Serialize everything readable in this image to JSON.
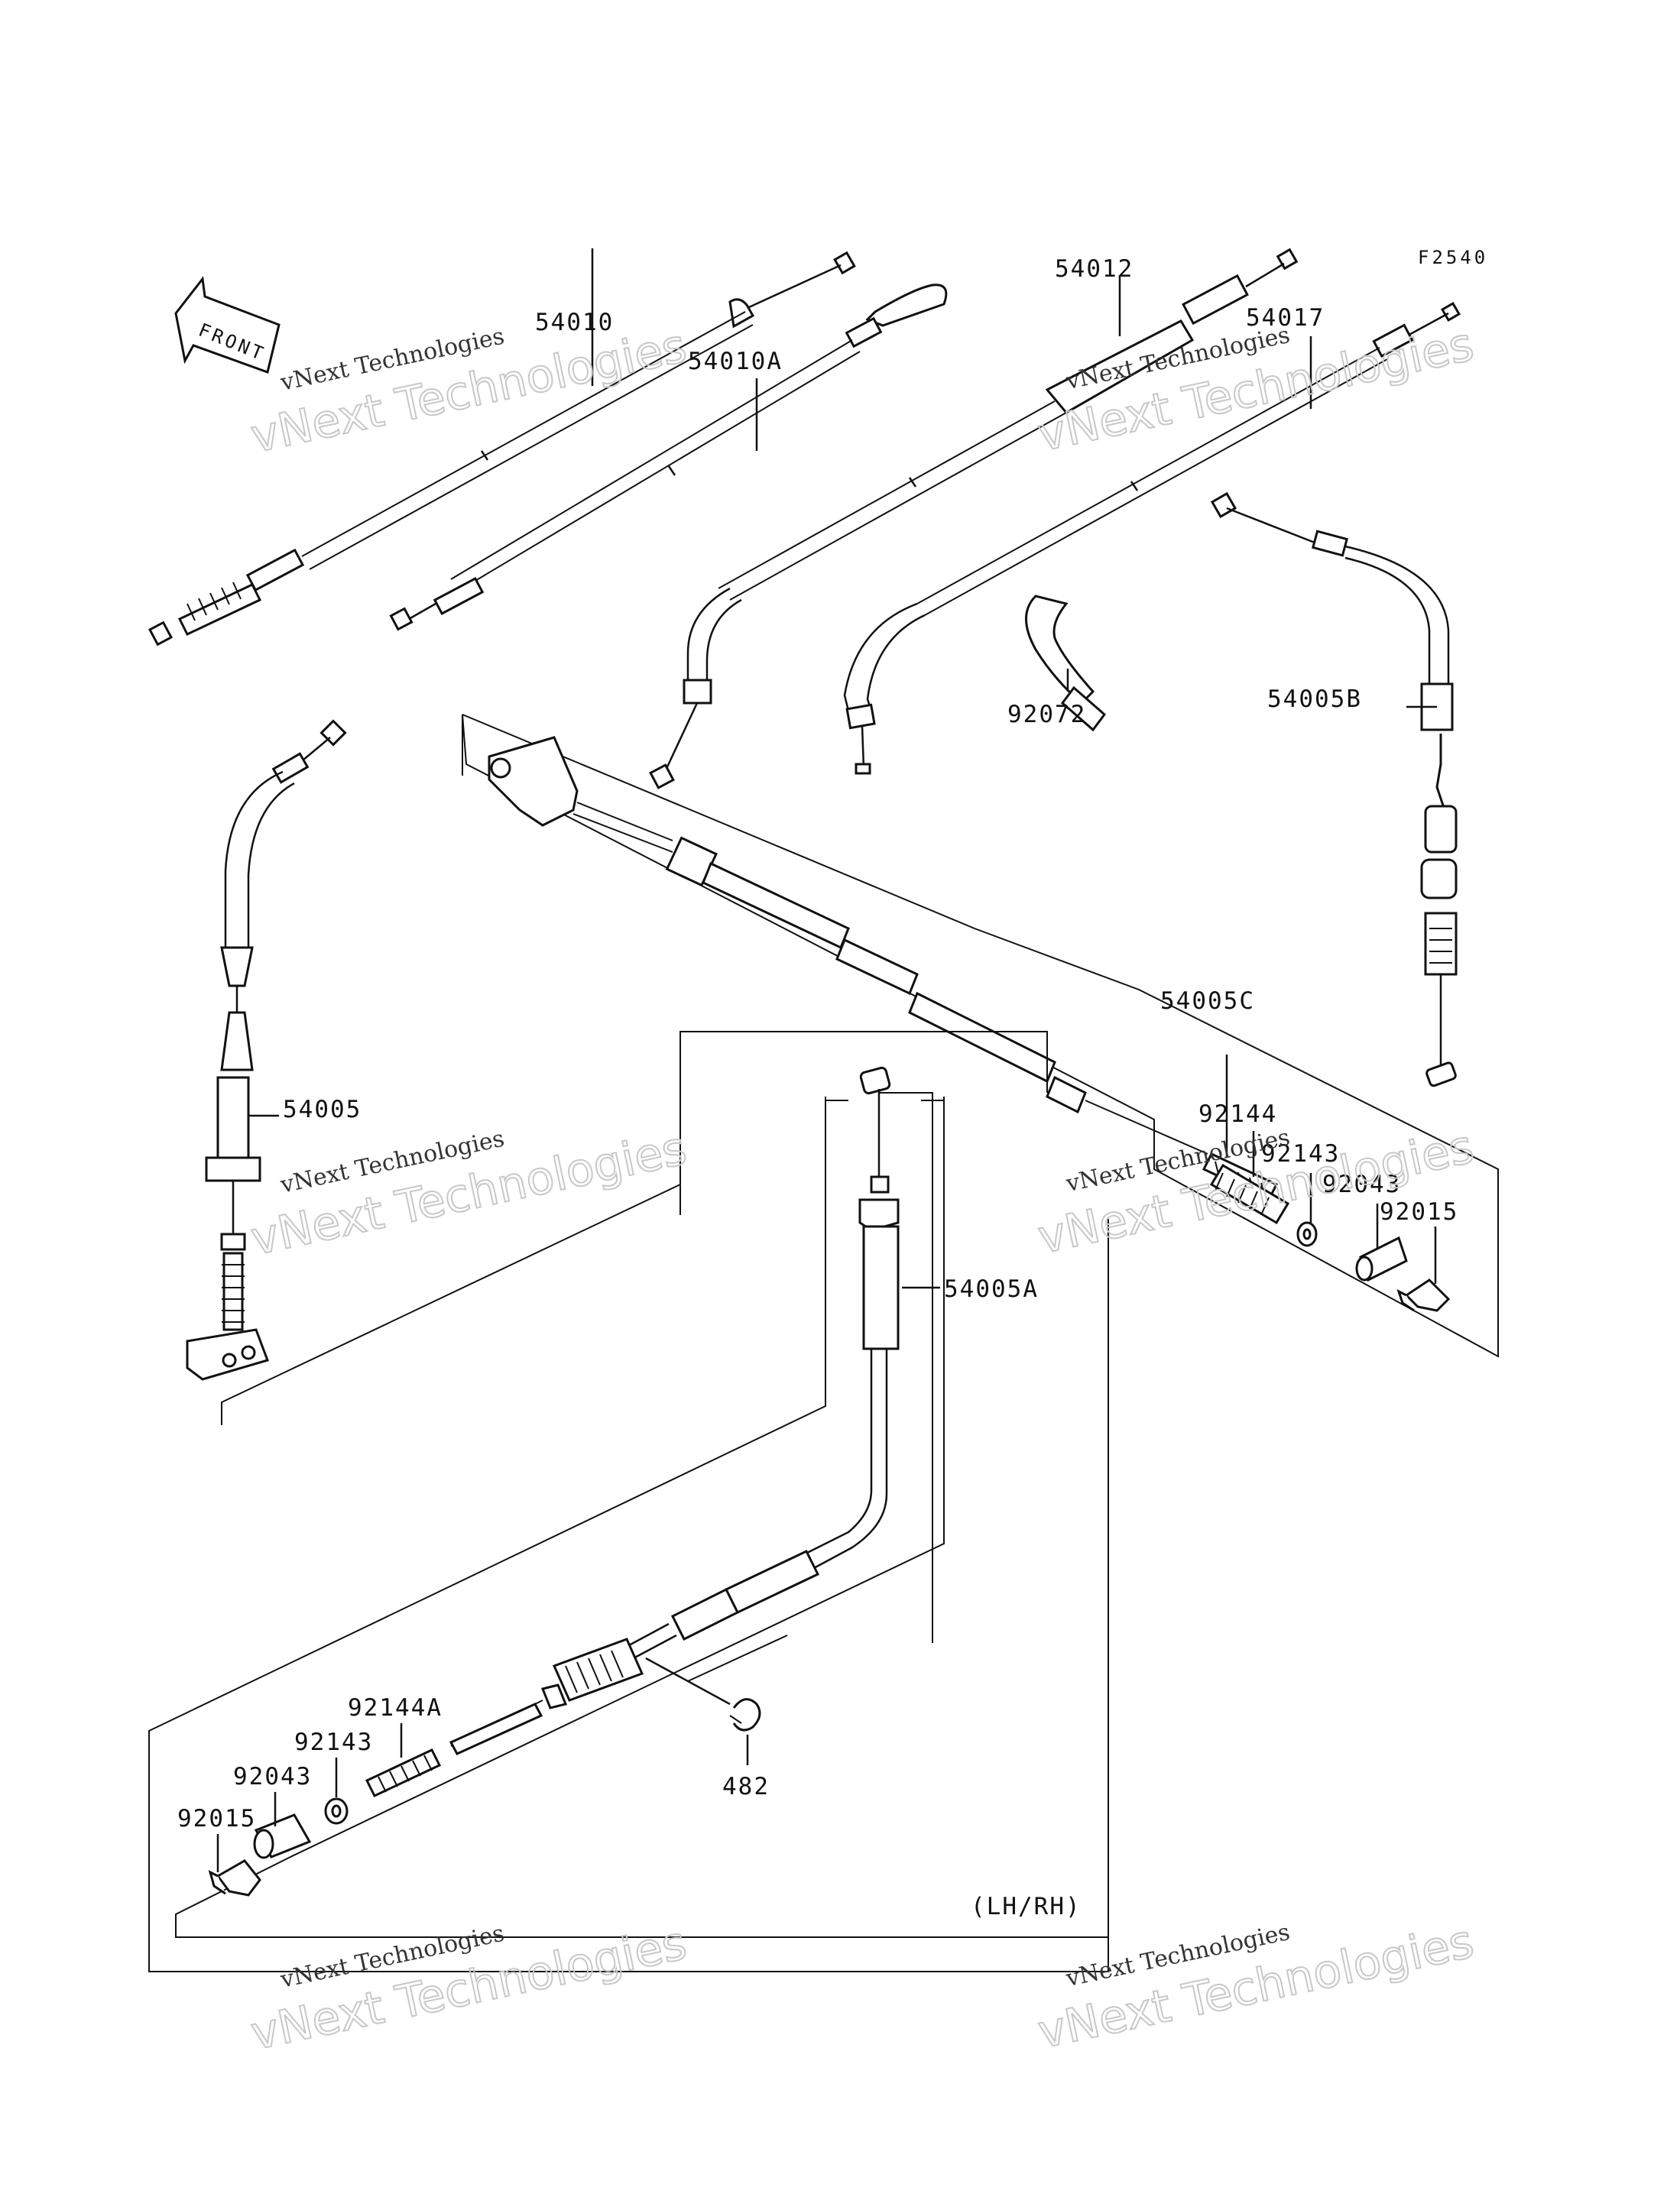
{
  "figure_code": "F2540",
  "front_arrow_text": "FRONT",
  "region_note": "(LH/RH)",
  "watermark": {
    "company_line": "vNext Technologies",
    "large_line": "vNext Technologies"
  },
  "parts": [
    {
      "id": "54010",
      "label": "54010"
    },
    {
      "id": "54010A",
      "label": "54010A"
    },
    {
      "id": "54012",
      "label": "54012"
    },
    {
      "id": "54017",
      "label": "54017"
    },
    {
      "id": "92072",
      "label": "92072"
    },
    {
      "id": "54005B",
      "label": "54005B"
    },
    {
      "id": "54005C",
      "label": "54005C"
    },
    {
      "id": "54005",
      "label": "54005"
    },
    {
      "id": "92144",
      "label": "92144"
    },
    {
      "id": "92143",
      "label": "92143"
    },
    {
      "id": "92043",
      "label": "92043"
    },
    {
      "id": "92015",
      "label": "92015"
    },
    {
      "id": "54005A",
      "label": "54005A"
    },
    {
      "id": "92144A",
      "label": "92144A"
    },
    {
      "id": "92143b",
      "label": "92143"
    },
    {
      "id": "92043b",
      "label": "92043"
    },
    {
      "id": "92015b",
      "label": "92015"
    },
    {
      "id": "482",
      "label": "482"
    }
  ]
}
